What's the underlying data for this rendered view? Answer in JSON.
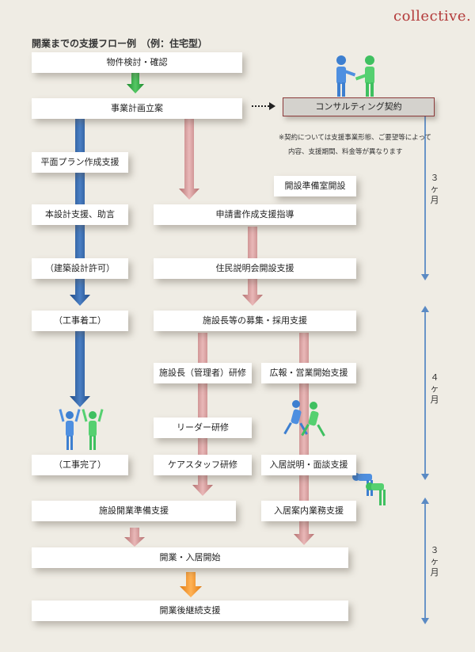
{
  "logo": "collective.",
  "title": "開業までの支援フロー例　（例：住宅型）",
  "boxes": {
    "property": "物件検討・確認",
    "business_plan": "事業計画立案",
    "plan_support": "平面プラン作成支援",
    "prep_office": "開設準備室開設",
    "design_support": "本設計支援、助言",
    "application": "申請書作成支援指導",
    "permit": "（建築設計許可）",
    "resident_meeting": "住民説明会開設支援",
    "construction_start": "（工事着工）",
    "recruit": "施設長等の募集・採用支援",
    "manager_training": "施設長（管理者）研修",
    "pr_sales": "広報・営業開始支援",
    "leader_training": "リーダー研修",
    "construction_done": "（工事完了）",
    "care_staff": "ケアスタッフ研修",
    "move_in_interview": "入居説明・面談支援",
    "facility_prep": "施設開業準備支援",
    "move_in_guide": "入居案内業務支援",
    "opening": "開業・入居開始",
    "followup": "開業後継続支援"
  },
  "consulting": "コンサルティング契約",
  "note_line1": "※契約については支援事業形態、ご要望等によって",
  "note_line2": "内容、支援期間、料金等が異なります",
  "periods": [
    {
      "num": "３",
      "unit": "ヶ",
      "suffix": "月"
    },
    {
      "num": "４",
      "unit": "ヶ",
      "suffix": "月"
    },
    {
      "num": "３",
      "unit": "ヶ",
      "suffix": "月"
    }
  ],
  "colors": {
    "blue_arrow": "#2f5f9e",
    "pink_arrow": "#c98a8a",
    "green_arrow": "#2fa040",
    "orange_arrow": "#f0901e",
    "timeline": "#5a8ac4",
    "logo": "#b33a3a"
  }
}
